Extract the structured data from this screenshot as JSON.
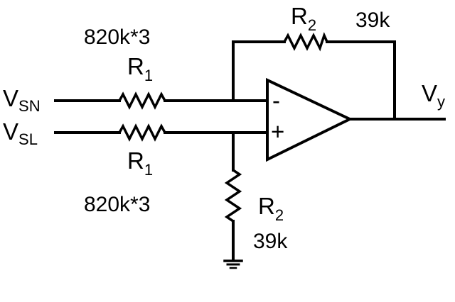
{
  "inputs": {
    "vsn": {
      "main": "V",
      "sub": "SN"
    },
    "vsl": {
      "main": "V",
      "sub": "SL"
    }
  },
  "output": {
    "main": "V",
    "sub": "y"
  },
  "resistors": {
    "r1_top": {
      "main": "R",
      "sub": "1",
      "value": "820k*3"
    },
    "r1_bottom": {
      "main": "R",
      "sub": "1",
      "value": "820k*3"
    },
    "r2_feedback": {
      "main": "R",
      "sub": "2",
      "value": "39k"
    },
    "r2_ground": {
      "main": "R",
      "sub": "2",
      "value": "39k"
    }
  },
  "opamp": {
    "inverting": "-",
    "noninverting": "+"
  }
}
